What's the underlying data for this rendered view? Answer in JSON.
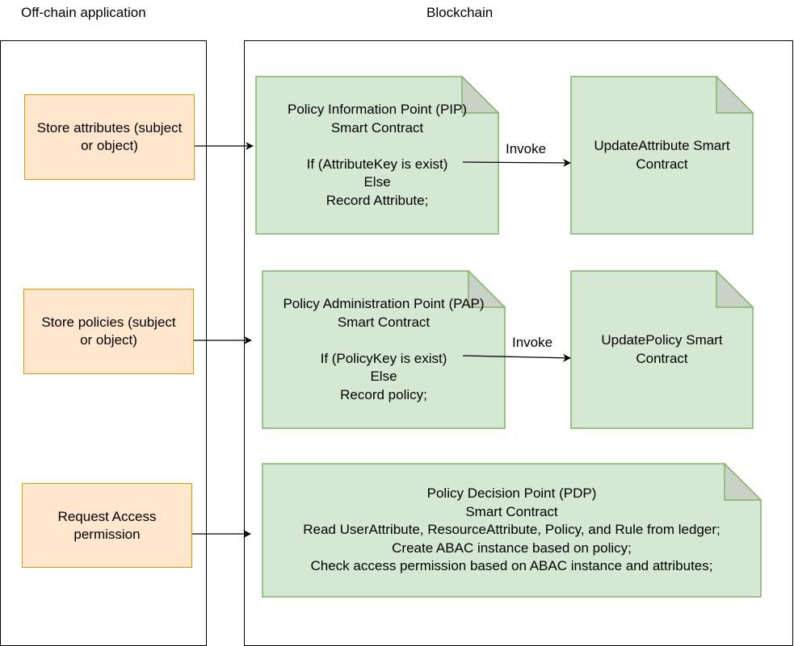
{
  "lanes": {
    "offchain_title": "Off-chain application",
    "blockchain_title": "Blockchain"
  },
  "offchain": {
    "attributes_lines": [
      "Store attributes (subject",
      "or object)"
    ],
    "policies_lines": [
      "Store policies (subject",
      "or object)"
    ],
    "request_lines": [
      "Request Access",
      "permission"
    ]
  },
  "pip": {
    "lines": [
      "Policy Information Point (PIP)",
      "Smart Contract",
      "",
      "If (AttributeKey is exist)",
      "Else",
      "Record Attribute;"
    ]
  },
  "update_attribute": {
    "lines": [
      "UpdateAttribute Smart",
      "Contract"
    ]
  },
  "pap": {
    "lines": [
      "Policy Administration Point (PAP)",
      "Smart Contract",
      "",
      "If (PolicyKey is exist)",
      "Else",
      "Record policy;"
    ]
  },
  "update_policy": {
    "lines": [
      "UpdatePolicy Smart",
      "Contract"
    ]
  },
  "pdp": {
    "lines": [
      "Policy Decision Point (PDP)",
      "Smart Contract",
      "Read UserAttribute, ResourceAttribute, Policy, and Rule from ledger;",
      "Create ABAC instance based on policy;",
      "Check access permission based on ABAC instance and attributes;"
    ]
  },
  "edges": {
    "invoke_1": "Invoke",
    "invoke_2": "Invoke"
  },
  "colors": {
    "note_fill": "#d5e8d4",
    "note_stroke": "#82b366",
    "fold_fill": "#c8d2c7",
    "process_fill": "#ffe6cc",
    "process_stroke": "#d79b00"
  }
}
